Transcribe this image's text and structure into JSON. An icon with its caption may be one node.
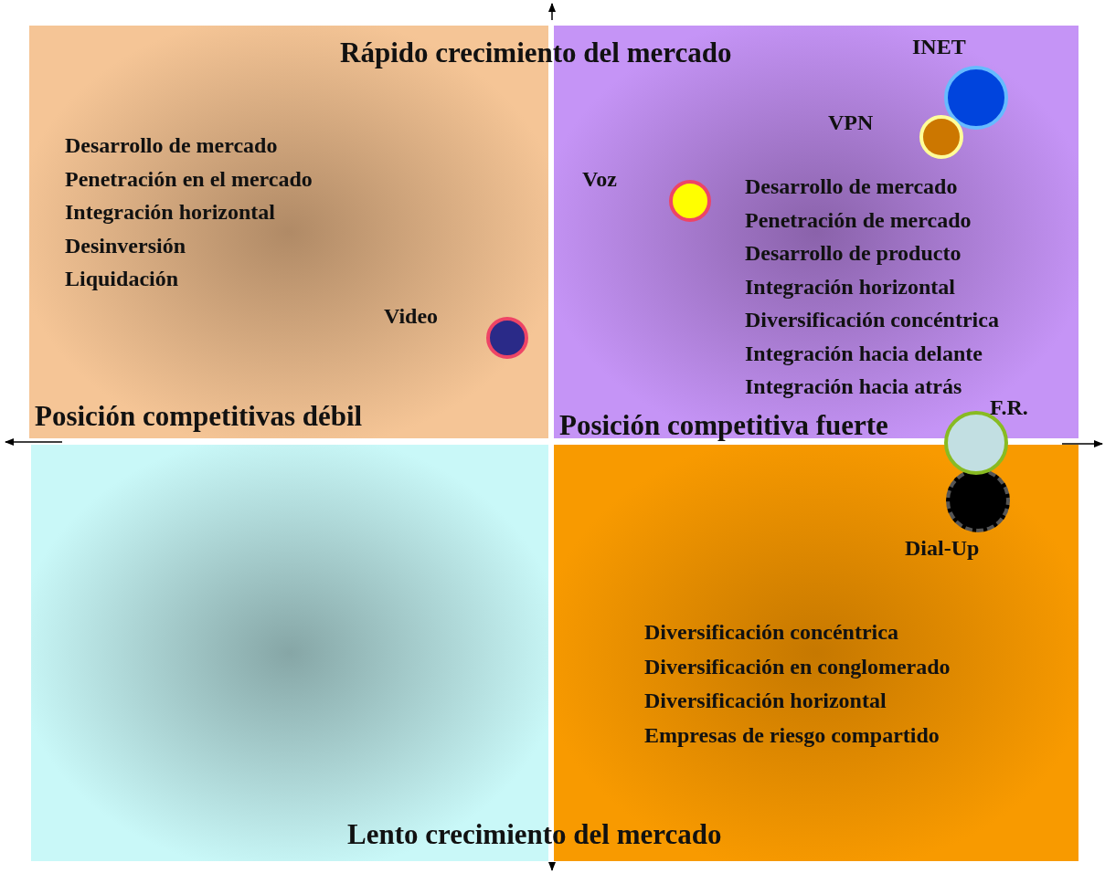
{
  "diagram": {
    "nodes": [
      {
        "text": [
          "Desarrollo de mercado",
          "Penetración en el mercado",
          "Integración horizontal",
          "Desinversión",
          "Liquidación"
        ]
      },
      {
        "text": [
          "Desarrollo de mercado",
          "Penetración de mercado",
          "Desarrollo de producto",
          "Integración horizontal",
          "Diversificación concéntrica",
          "Integración hacia delante",
          "Integración hacia atrás"
        ]
      },
      {
        "text": [],
        "shape": "box"
      },
      {
        "text": [
          "Diversificación concéntrica",
          "Diversificación en conglomerado",
          "Diversificación horizontal",
          "Empresas de riesgo compartido"
        ]
      },
      {
        "text": [],
        "shape": "circle",
        "beside": [
          "INET"
        ],
        "in": 1
      },
      {
        "text": [],
        "shape": "circle",
        "beside": [
          "VPN"
        ],
        "in": 1
      },
      {
        "text": [],
        "shape": "circle",
        "beside": [
          "Voz"
        ],
        "in": 1
      },
      {
        "text": [],
        "shape": "circle",
        "beside": [
          "Video"
        ],
        "in": 0
      },
      {
        "text": [],
        "shape": "circle",
        "beside": [
          "F.R."
        ]
      },
      {
        "text": [],
        "shape": "circle",
        "beside": [
          "Dial-Up"
        ],
        "in": 3
      }
    ],
    "edges": [],
    "labels": [
      "Rápido crecimiento del mercado",
      "Posición competitivas débil",
      "Posición competitiva fuerte",
      "Lento crecimiento del mercado"
    ]
  }
}
